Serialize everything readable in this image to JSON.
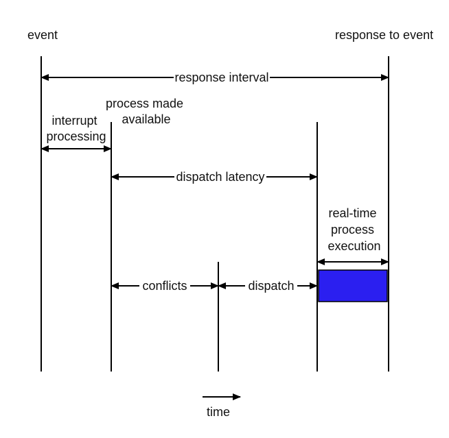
{
  "labels": {
    "event": "event",
    "response_to_event": "response to event",
    "response_interval": "response interval",
    "process_made_available": [
      "process made",
      "available"
    ],
    "interrupt_processing": [
      "interrupt",
      "processing"
    ],
    "dispatch_latency": "dispatch latency",
    "real_time_process_execution": [
      "real-time",
      "process",
      "execution"
    ],
    "conflicts": "conflicts",
    "dispatch": "dispatch",
    "time": "time"
  },
  "colors": {
    "process_block": "#2b1ff0",
    "line": "#000000"
  }
}
